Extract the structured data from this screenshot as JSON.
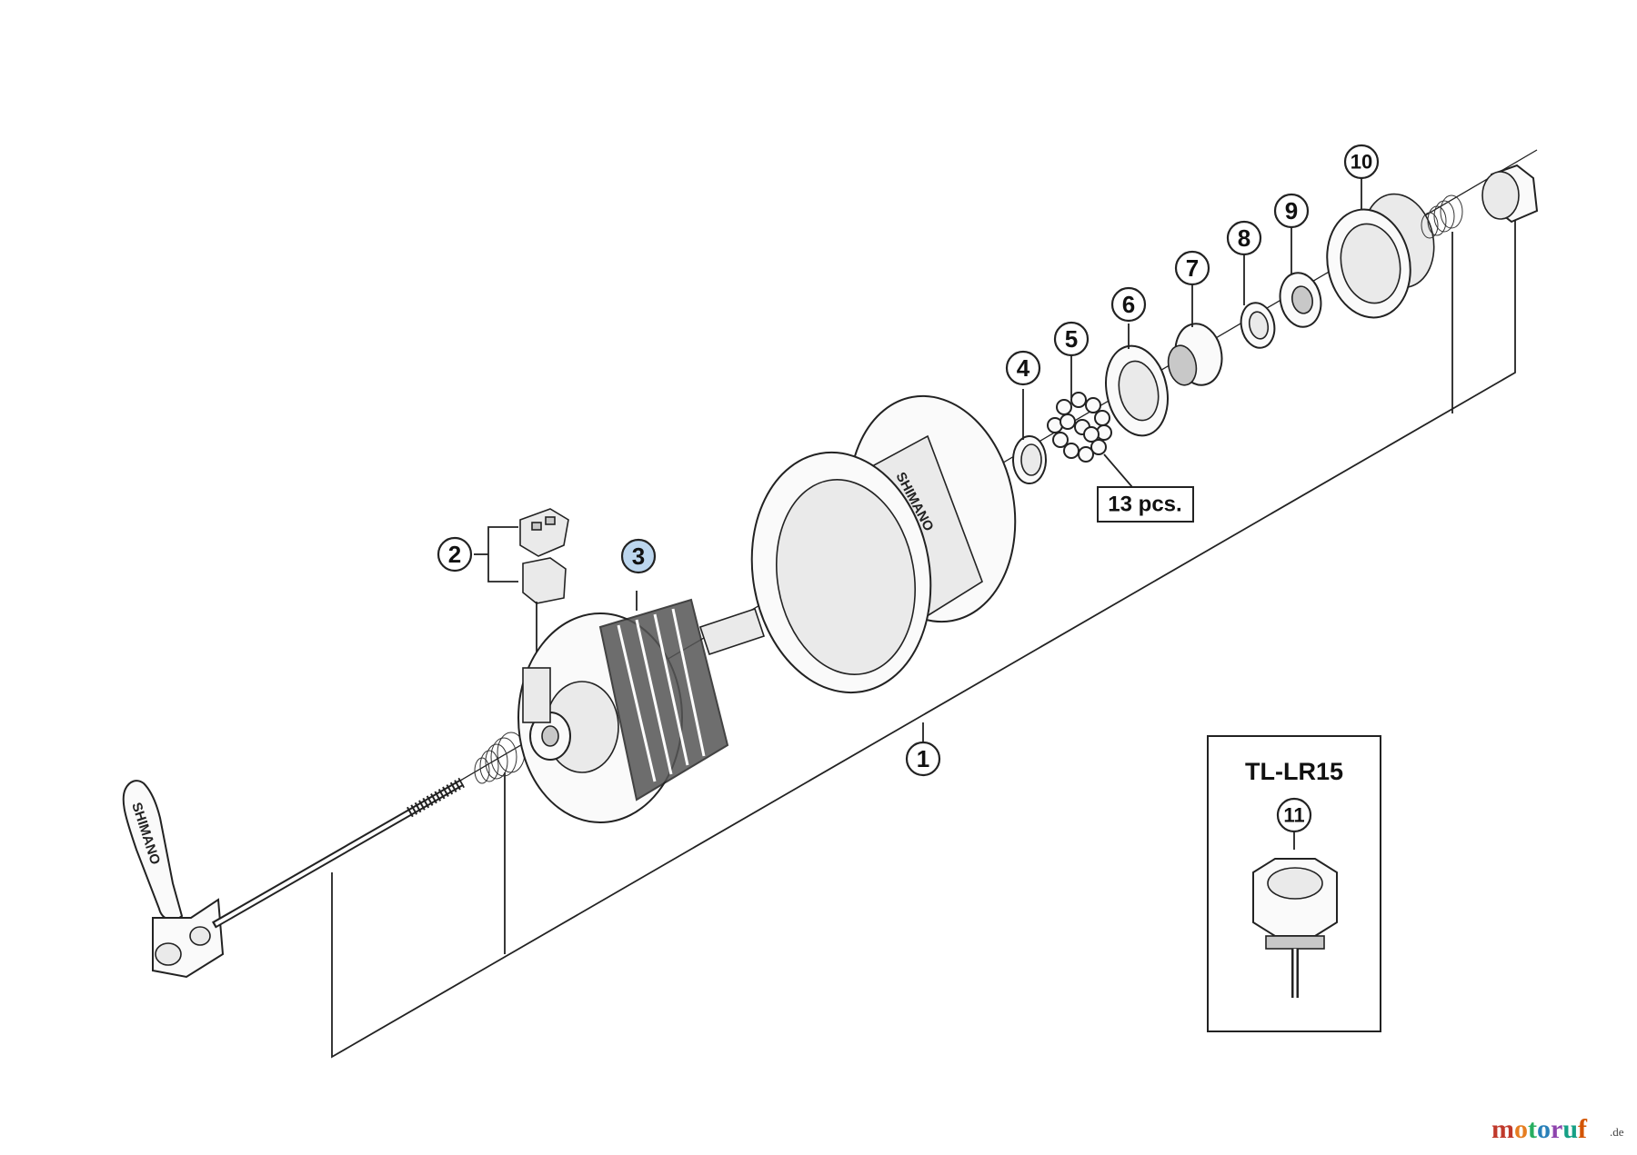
{
  "callouts": [
    {
      "id": "1",
      "label": "1"
    },
    {
      "id": "2",
      "label": "2"
    },
    {
      "id": "3",
      "label": "3",
      "highlight": true
    },
    {
      "id": "4",
      "label": "4"
    },
    {
      "id": "5",
      "label": "5"
    },
    {
      "id": "6",
      "label": "6"
    },
    {
      "id": "7",
      "label": "7"
    },
    {
      "id": "8",
      "label": "8"
    },
    {
      "id": "9",
      "label": "9"
    },
    {
      "id": "10",
      "label": "10"
    },
    {
      "id": "11",
      "label": "11"
    }
  ],
  "quantity_note": "13 pcs.",
  "tool_box": {
    "title": "TL-LR15"
  },
  "brand_markings": {
    "hub_shell": "SHIMANO",
    "quick_release": "SHIMANO"
  },
  "watermark": {
    "parts": [
      "m",
      "o",
      "t",
      "o",
      "r",
      "u",
      "f"
    ],
    "tld": ".de",
    "colors": [
      "#c0392b",
      "#e67e22",
      "#27ae60",
      "#2980b9",
      "#8e44ad",
      "#16a085",
      "#d35400"
    ]
  },
  "colors": {
    "line": "#222222",
    "highlight": "#bcd6ee",
    "background": "#ffffff"
  }
}
